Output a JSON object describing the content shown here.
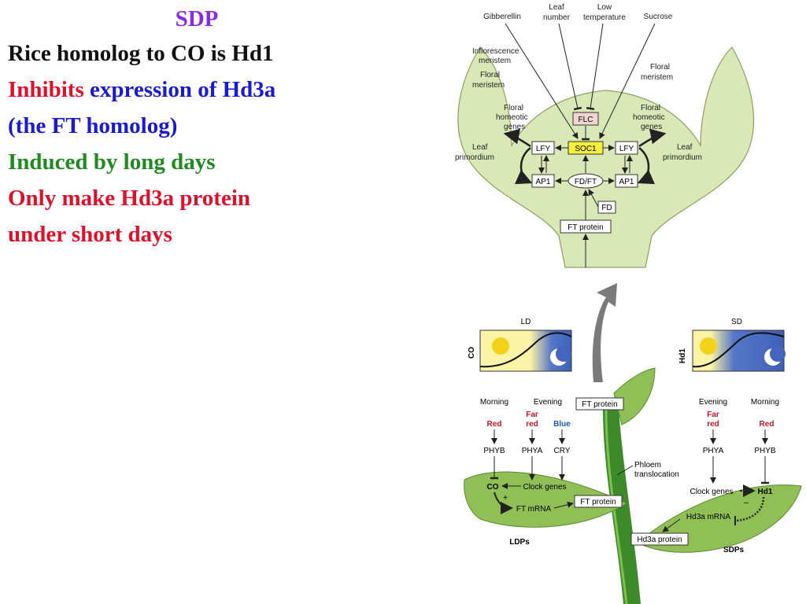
{
  "slide": {
    "title": "SDP",
    "line1": "Rice homolog to CO is Hd1",
    "line2_a": "Inhibits",
    "line2_b": " expression of Hd3a",
    "line3": "(the FT homolog)",
    "line4": "Induced by long days",
    "line5": "Only make Hd3a protein",
    "line6": "under short days"
  },
  "diagram": {
    "inputs": {
      "gibberellin": "Gibberellin",
      "leaf_number": [
        "Leaf",
        "number"
      ],
      "low_temp": [
        "Low",
        "temperature"
      ],
      "sucrose": "Sucrose"
    },
    "meristem_labels": {
      "inflorescence": [
        "Inflorescence",
        "meristem"
      ],
      "floral_left": [
        "Floral",
        "meristem"
      ],
      "floral_right": [
        "Floral",
        "meristem"
      ],
      "homeotic_left": [
        "Floral",
        "homeotic",
        "genes"
      ],
      "homeotic_right": [
        "Floral",
        "homeotic",
        "genes"
      ],
      "primordium_left": [
        "Leaf",
        "primordium"
      ],
      "primordium_right": [
        "Leaf",
        "primordium"
      ]
    },
    "genes": {
      "flc": "FLC",
      "soc1": "SOC1",
      "lfy": "LFY",
      "ap1": "AP1",
      "fdft": "FD/FT",
      "fd": "FD",
      "ft_protein": "FT protein"
    },
    "ld_panel": {
      "title": "LD",
      "axis": "CO"
    },
    "sd_panel": {
      "title": "SD",
      "axis": "Hd1"
    },
    "ldp": {
      "morning": "Morning",
      "evening": "Evening",
      "red": "Red",
      "far_red": [
        "Far",
        "red"
      ],
      "blue": "Blue",
      "phyb": "PHYB",
      "phya": "PHYA",
      "cry": "CRY",
      "co": "CO",
      "clock": "Clock genes",
      "ft_mrna": "FT mRNA",
      "ft_protein": "FT protein",
      "plus": "+",
      "label": "LDPs"
    },
    "sdp": {
      "evening": "Evening",
      "morning": "Morning",
      "far_red": [
        "Far",
        "red"
      ],
      "red": "Red",
      "phya": "PHYA",
      "phyb": "PHYB",
      "clock": "Clock genes",
      "hd1": "Hd1",
      "hd3a_mrna": "Hd3a mRNA",
      "minus": "–",
      "hd3a_protein": "Hd3a protein",
      "label": "SDPs"
    },
    "stem": {
      "ft_protein": "FT protein",
      "phloem": [
        "Phloem",
        "translocation"
      ]
    },
    "colors": {
      "meristem": "#d9e8b6",
      "leaf": "#8fbf55",
      "stem": "#3c8a2a",
      "soc1": "#f5ee3a",
      "flc": "#f0d6d0"
    }
  }
}
